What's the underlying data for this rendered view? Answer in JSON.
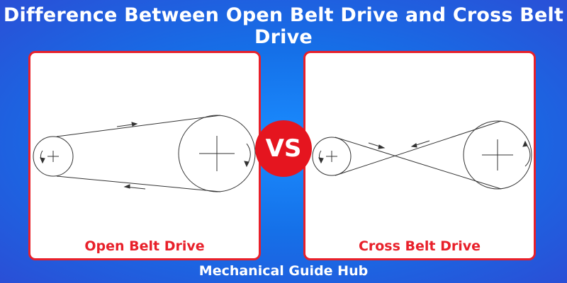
{
  "title": "Difference Between Open Belt Drive and Cross Belt Drive",
  "left_panel": {
    "caption": "Open Belt Drive"
  },
  "right_panel": {
    "caption": "Cross Belt Drive"
  },
  "vs_badge": {
    "label": "VS"
  },
  "footer": "Mechanical Guide Hub",
  "colors": {
    "accent_red": "#e8202a",
    "background_blue": "#1a8cff",
    "text_white": "#ffffff"
  }
}
